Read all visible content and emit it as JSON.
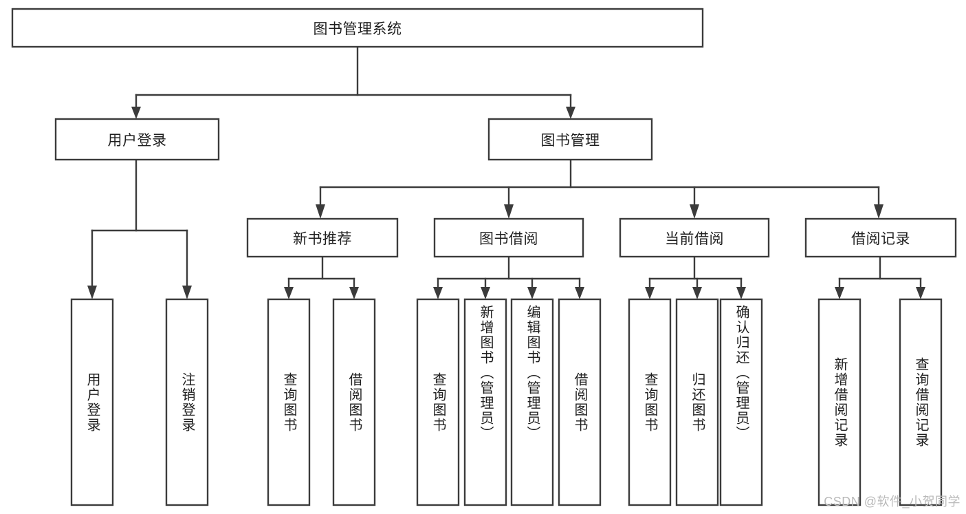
{
  "diagram": {
    "type": "tree",
    "title": "图书管理系统",
    "root": {
      "label": "图书管理系统"
    },
    "level2": [
      {
        "label": "用户登录"
      },
      {
        "label": "图书管理"
      }
    ],
    "level3": [
      {
        "label": "新书推荐"
      },
      {
        "label": "图书借阅"
      },
      {
        "label": "当前借阅"
      },
      {
        "label": "借阅记录"
      }
    ],
    "leaves": {
      "user_login": [
        {
          "label": "用户登录"
        },
        {
          "label": "注销登录"
        }
      ],
      "new_book_recommend": [
        {
          "label": "查询图书"
        },
        {
          "label": "借阅图书"
        }
      ],
      "book_borrow": [
        {
          "label": "查询图书"
        },
        {
          "label": "新增图书（管理员）"
        },
        {
          "label": "编辑图书（管理员）"
        },
        {
          "label": "借阅图书"
        }
      ],
      "current_borrow": [
        {
          "label": "查询图书"
        },
        {
          "label": "归还图书"
        },
        {
          "label": "确认归还（管理员）"
        }
      ],
      "borrow_record": [
        {
          "label": "新增借阅记录"
        },
        {
          "label": "查询借阅记录"
        }
      ]
    }
  },
  "watermark": {
    "text": "CSDN @软件_小贺同学"
  },
  "colors": {
    "stroke": "#3b3b3b",
    "box_fill": "#ffffff",
    "text": "#1f1f1f",
    "watermark": "#b9b9b9",
    "background": "#ffffff"
  }
}
